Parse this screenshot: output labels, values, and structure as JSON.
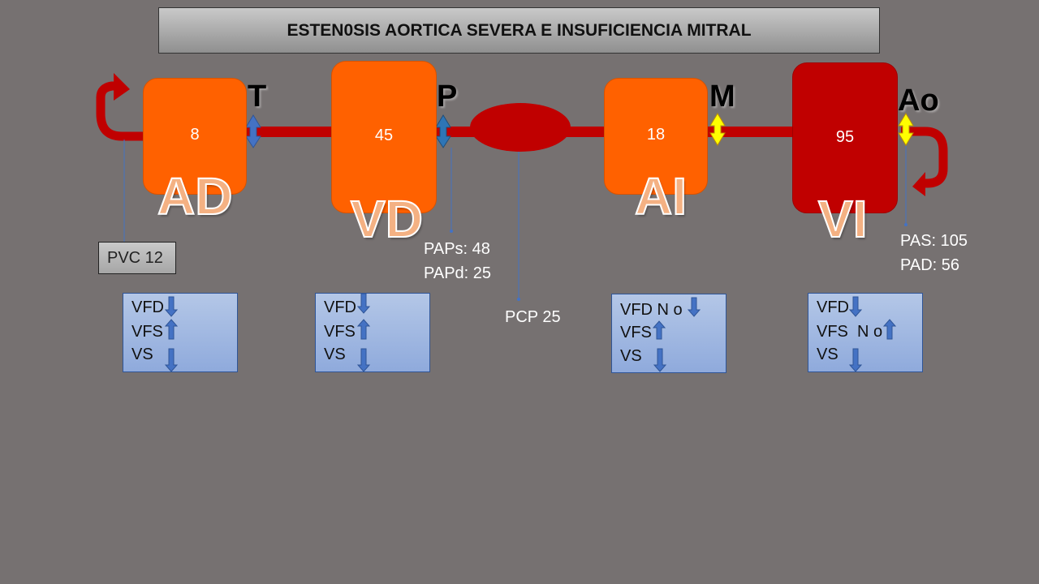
{
  "title": "ESTEN0SIS AORTICA SEVERA E INSUFICIENCIA MITRAL",
  "chambers": {
    "ad": {
      "label": "AD",
      "pressure": "8"
    },
    "vd": {
      "label": "VD",
      "pressure": "45"
    },
    "ai": {
      "label": "AI",
      "pressure": "18"
    },
    "vi": {
      "label": "VI",
      "pressure": "95"
    }
  },
  "valves": {
    "t": "T",
    "p": "P",
    "m": "M",
    "ao": "Ao"
  },
  "pressures": {
    "pvc": "PVC 12",
    "paps": "PAPs: 48",
    "papd": "PAPd: 25",
    "pcp": "PCP 25",
    "pas": "PAS: 105",
    "pad": "PAD: 56"
  },
  "boxes": {
    "ad": [
      "VFD",
      "VFS",
      "VS"
    ],
    "vd": [
      "VFD",
      "VFS",
      "VS"
    ],
    "ai": [
      "VFD N o",
      "VFS",
      "VS"
    ],
    "vi": [
      "VFD",
      "VFS  N o",
      "VS"
    ]
  },
  "colors": {
    "background": "#767171",
    "atrium": "#ff6100",
    "left_ventricle": "#c00000",
    "valve_right": "#4472c4",
    "valve_left": "#ffff00",
    "indicator_arrow": "#4472c4"
  }
}
